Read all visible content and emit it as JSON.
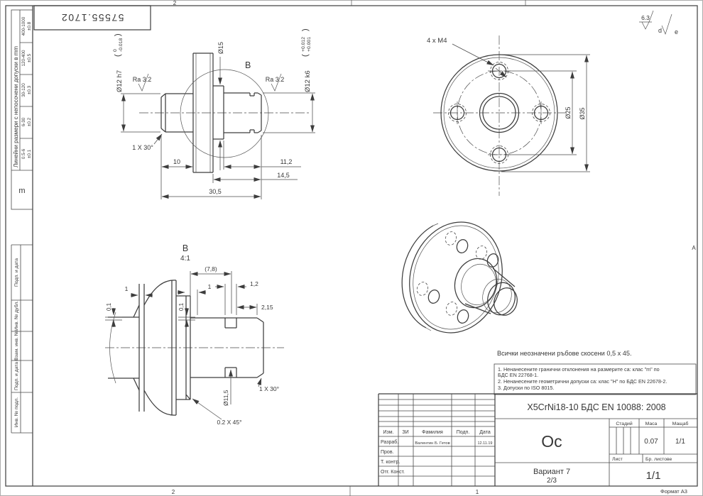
{
  "page": {
    "doc_number": "57555.1702",
    "zone_top": "2",
    "zone_bottom": "2",
    "zone_bottom_right": "1",
    "zone_right": "A",
    "format_note": "Формат А3",
    "paren_open": "(",
    "paren_close": ")"
  },
  "colors": {
    "line": "#3d3d3d",
    "text": "#383838",
    "background": "#ffffff"
  },
  "tolerance_strip": {
    "title": "Линейни размери с непосочени допуски в mm",
    "unit": "m",
    "rows": [
      {
        "range": "400-1000",
        "tol": "±0.8"
      },
      {
        "range": "120-400",
        "tol": "±0.5"
      },
      {
        "range": "30-120",
        "tol": "±0.3"
      },
      {
        "range": "6-30",
        "tol": "±0.2"
      },
      {
        "range": "0.5-6",
        "tol": "±0.1"
      }
    ]
  },
  "side_labels": {
    "a": "Подп. и дата",
    "b": "Инв. № дубл.",
    "c": "Взам. инв. №",
    "d": "Подп. и дата",
    "e": "Инв. № подл."
  },
  "roughness": {
    "value": "6.3",
    "d": "d",
    "e": "e"
  },
  "main_view": {
    "dia_left": "Ø12 h7",
    "tol_left_upper": "0",
    "tol_left_lower": "-0.018",
    "ra": "Ra 3.2",
    "dia_mid": "Ø15",
    "detail_label": "B",
    "dia_right": "Ø12 k6",
    "tol_right_upper": "+0.012",
    "tol_right_lower": "+0.001",
    "chamfer": "1 X 30°",
    "dim_10": "10",
    "dim_112": "11,2",
    "dim_145": "14,5",
    "dim_305": "30,5"
  },
  "front_view": {
    "holes": "4 x M4",
    "dia_bolt_circle": "Ø25",
    "dia_outer": "Ø35"
  },
  "detail_view": {
    "label": "B",
    "scale": "4:1",
    "dim_ref": "(7,8)",
    "dim_one": "1",
    "dim_one2": "1",
    "dim_12": "1,2",
    "dim_215": "2,15",
    "dim_01": "0,1",
    "dim_01b": "0,1",
    "dia_groove": "Ø11,5",
    "chamfer_30": "1 X 30°",
    "chamfer_45": "0.2 X 45°"
  },
  "notes": {
    "edge": "Всички неозначени ръбове скосени 0,5 x 45.",
    "l1": "1. Ненанесените гранични отклонения на размерите са: клас \"m\" по",
    "l2": "БДС EN 22768-1.",
    "l3": "2. Ненанесените геометрични допуски са: клас \"Н\" по БДС EN 22678-2.",
    "l4": "3. Допуски по ISO 8015."
  },
  "title_block": {
    "material": "X5CrNi18-10 БДС EN 10088: 2008",
    "part_name": "Ос",
    "variant": "Вариант 7",
    "variant_page": "2/3",
    "col_izm": "Изм.",
    "col_zi": "ЗИ",
    "col_fam": "Фамилия",
    "col_podp": "Подп.",
    "col_date": "Дата",
    "row_razrab": "Разраб.",
    "razrab_name": "Валентин Б. Гетов",
    "razrab_date": "12.11.19",
    "row_prov": "Пров.",
    "row_tkontr": "Т. контр.",
    "row_otg": "Отг. Конст.",
    "stage": "Стадий",
    "mass": "Маса",
    "scale": "Мащаб",
    "mass_value": "0.07",
    "scale_value": "1/1",
    "sheet": "Лист",
    "sheets": "Бр. листове",
    "sheet_value": "1/1"
  }
}
